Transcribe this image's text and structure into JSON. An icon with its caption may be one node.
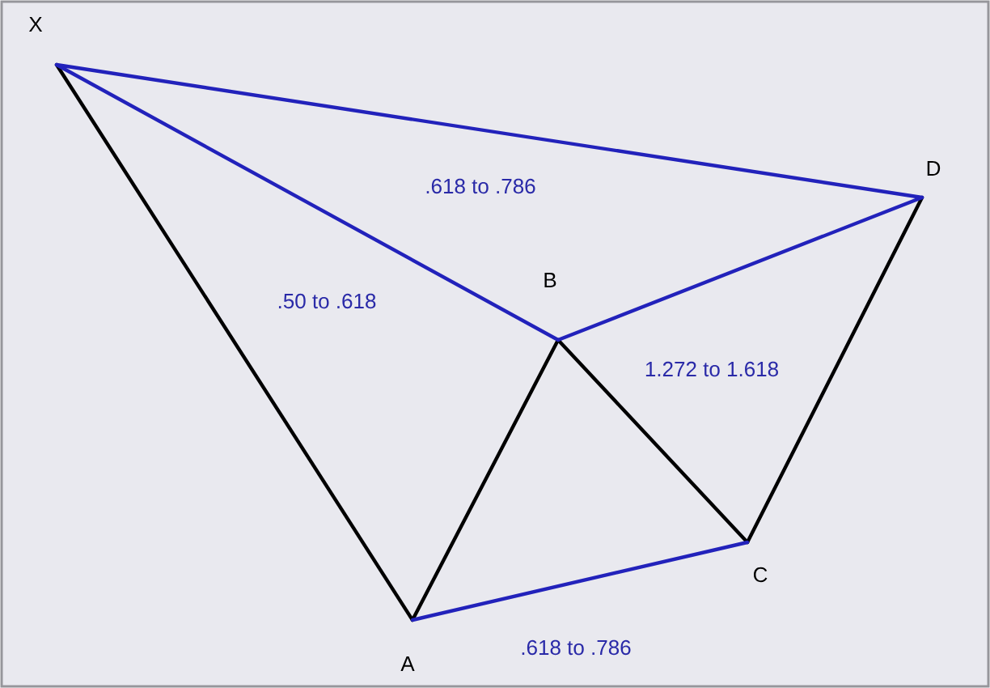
{
  "diagram": {
    "nodes": [
      {
        "text": [
          "X"
        ]
      },
      {
        "text": [
          "A"
        ]
      },
      {
        "text": [
          "B"
        ]
      },
      {
        "text": [
          "C"
        ]
      },
      {
        "text": [
          "D"
        ]
      }
    ],
    "edges": [
      {
        "from": 0,
        "to": 1,
        "arrow": "none"
      },
      {
        "from": 1,
        "to": 2,
        "arrow": "none"
      },
      {
        "from": 2,
        "to": 3,
        "arrow": "none"
      },
      {
        "from": 3,
        "to": 4,
        "arrow": "none"
      },
      {
        "from": 0,
        "to": 2,
        "arrow": "none",
        "color": "#2222bb"
      },
      {
        "from": 2,
        "to": 4,
        "arrow": "none",
        "color": "#2222bb"
      },
      {
        "from": 0,
        "to": 4,
        "arrow": "none",
        "color": "#2222bb"
      },
      {
        "from": 1,
        "to": 3,
        "arrow": "none",
        "color": "#2222bb"
      }
    ],
    "labels": [
      ".618 to .786",
      ".50 to .618",
      "1.272 to 1.618",
      ".618 to .786"
    ]
  }
}
